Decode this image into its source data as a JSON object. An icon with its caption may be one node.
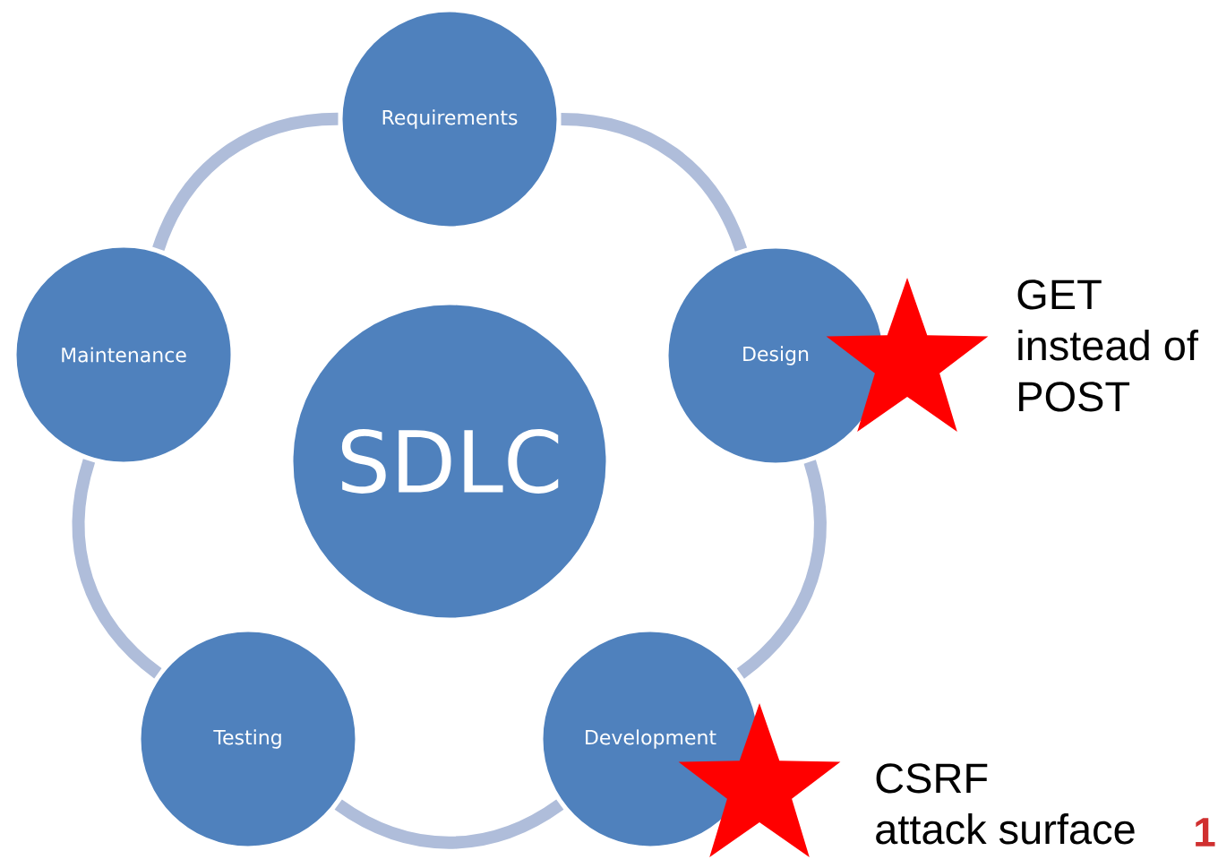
{
  "diagram": {
    "nodes": [
      {
        "text": [
          "Requirements"
        ]
      },
      {
        "text": [
          "Design"
        ],
        "beside": [
          "GET instead of POST"
        ]
      },
      {
        "text": [
          "Development"
        ],
        "beside": [
          "CSRF attack surface"
        ]
      },
      {
        "text": [
          "Testing"
        ]
      },
      {
        "text": [
          "Maintenance"
        ]
      },
      {
        "text": [
          "SDLC"
        ]
      }
    ],
    "edges": [
      {
        "from": 0,
        "to": 1,
        "arrow": "none"
      },
      {
        "from": 1,
        "to": 2,
        "arrow": "none"
      },
      {
        "from": 2,
        "to": 3,
        "arrow": "none"
      },
      {
        "from": 3,
        "to": 4,
        "arrow": "none"
      },
      {
        "from": 4,
        "to": 0,
        "arrow": "none"
      }
    ],
    "labels": [
      "1"
    ]
  }
}
